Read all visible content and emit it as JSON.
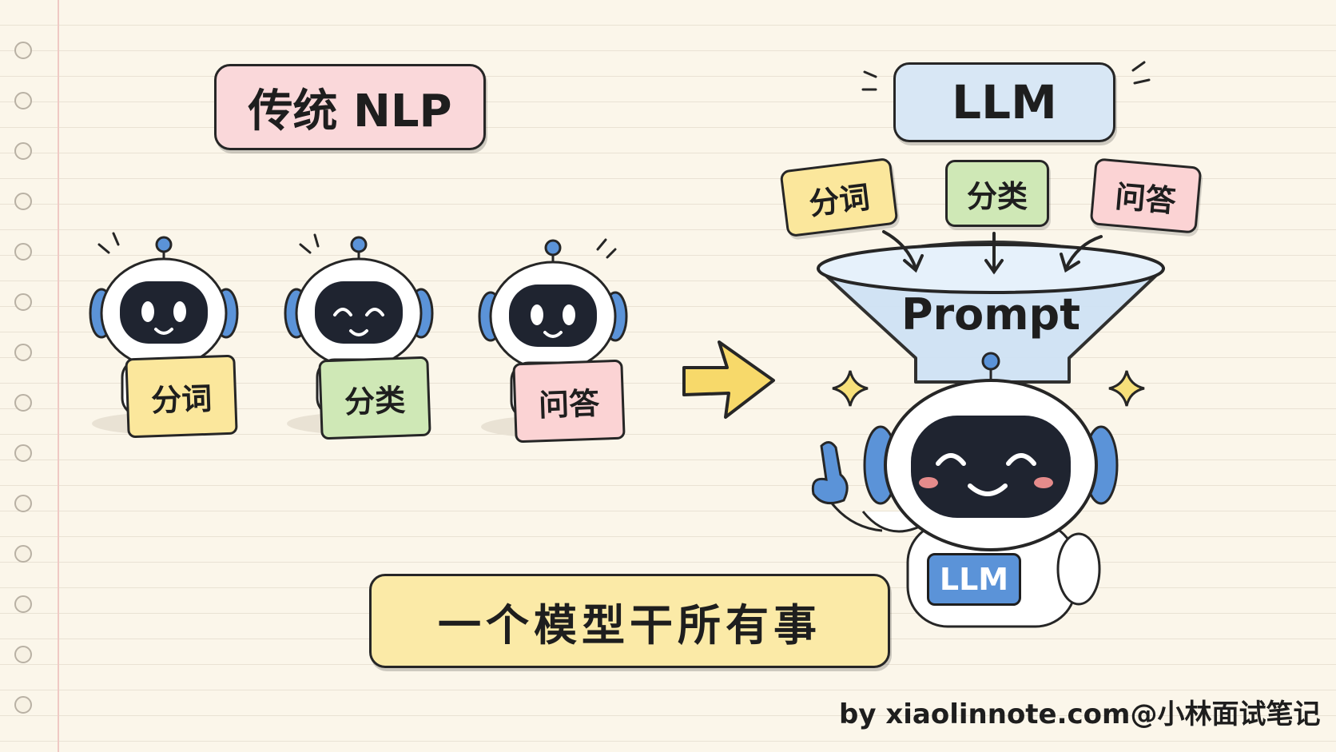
{
  "left_title": "传统 NLP",
  "right_title": "LLM",
  "tasks": [
    "分词",
    "分类",
    "问答"
  ],
  "funnel_label": "Prompt",
  "robot_badge": "LLM",
  "bottom_banner": "一个模型干所有事",
  "credit": "by xiaolinnote.com@小林面试笔记",
  "colors": {
    "yellow": "#fbe79c",
    "green": "#cfe8b6",
    "pink": "#fbd3d4",
    "blue_accent": "#5b93d8",
    "llm_title_bg": "#d8e7f5",
    "nlp_title_bg": "#fad8da",
    "banner_bg": "#fbeaa7"
  },
  "icons": [
    "robot-icon",
    "arrow-right-icon",
    "funnel-icon",
    "sparkle-icon",
    "pointing-hand-icon"
  ]
}
